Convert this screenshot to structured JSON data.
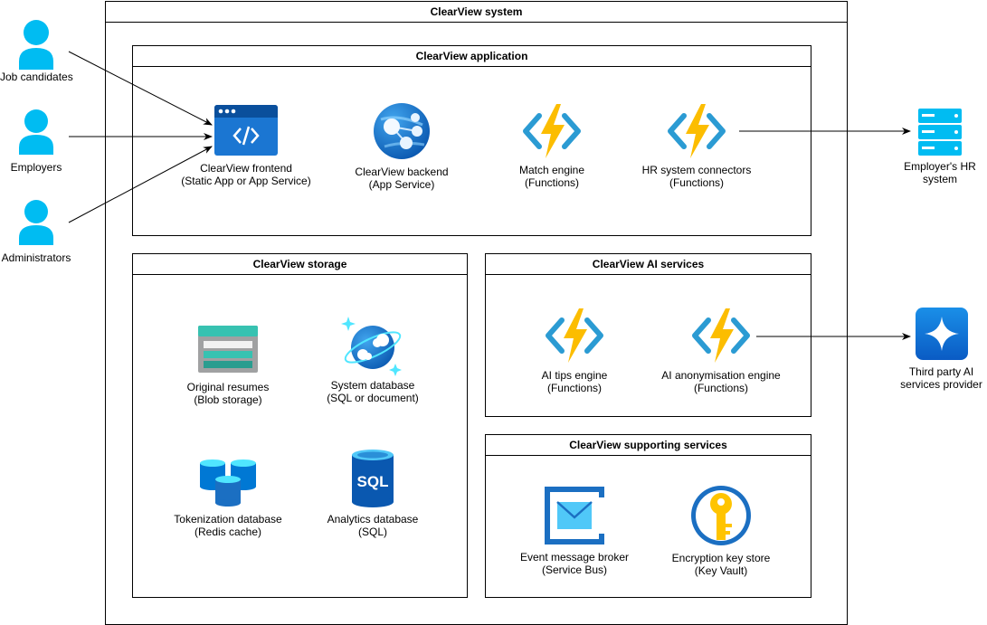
{
  "system": {
    "title": "ClearView system"
  },
  "application": {
    "title": "ClearView application",
    "nodes": [
      {
        "label": "ClearView frontend",
        "sub": "(Static App or App Service)"
      },
      {
        "label": "ClearView backend",
        "sub": "(App Service)"
      },
      {
        "label": "Match engine",
        "sub": "(Functions)"
      },
      {
        "label": "HR system connectors",
        "sub": "(Functions)"
      }
    ]
  },
  "storage": {
    "title": "ClearView storage",
    "nodes": [
      {
        "label": "Original resumes",
        "sub": "(Blob storage)"
      },
      {
        "label": "System database",
        "sub": "(SQL or document)"
      },
      {
        "label": "Tokenization database",
        "sub": "(Redis cache)"
      },
      {
        "label": "Analytics database",
        "sub": "(SQL)"
      }
    ]
  },
  "ai": {
    "title": "ClearView AI services",
    "nodes": [
      {
        "label": "AI tips engine",
        "sub": "(Functions)"
      },
      {
        "label": "AI anonymisation engine",
        "sub": "(Functions)"
      }
    ]
  },
  "supporting": {
    "title": "ClearView supporting services",
    "nodes": [
      {
        "label": "Event message broker",
        "sub": "(Service Bus)"
      },
      {
        "label": "Encryption key store",
        "sub": "(Key Vault)"
      }
    ]
  },
  "actors": [
    {
      "label": "Job candidates"
    },
    {
      "label": "Employers"
    },
    {
      "label": "Administrators"
    }
  ],
  "external": [
    {
      "label": "Employer's HR",
      "sub": "system"
    },
    {
      "label": "Third party AI",
      "sub": "services provider"
    }
  ],
  "colors": {
    "user": "#00bcf2",
    "azure_blue": "#0078d4",
    "function_yellow": "#fcbd00",
    "function_blue": "#2b9bd3",
    "storage_teal": "#37c2b1",
    "keyvault_yellow": "#ffc400"
  }
}
